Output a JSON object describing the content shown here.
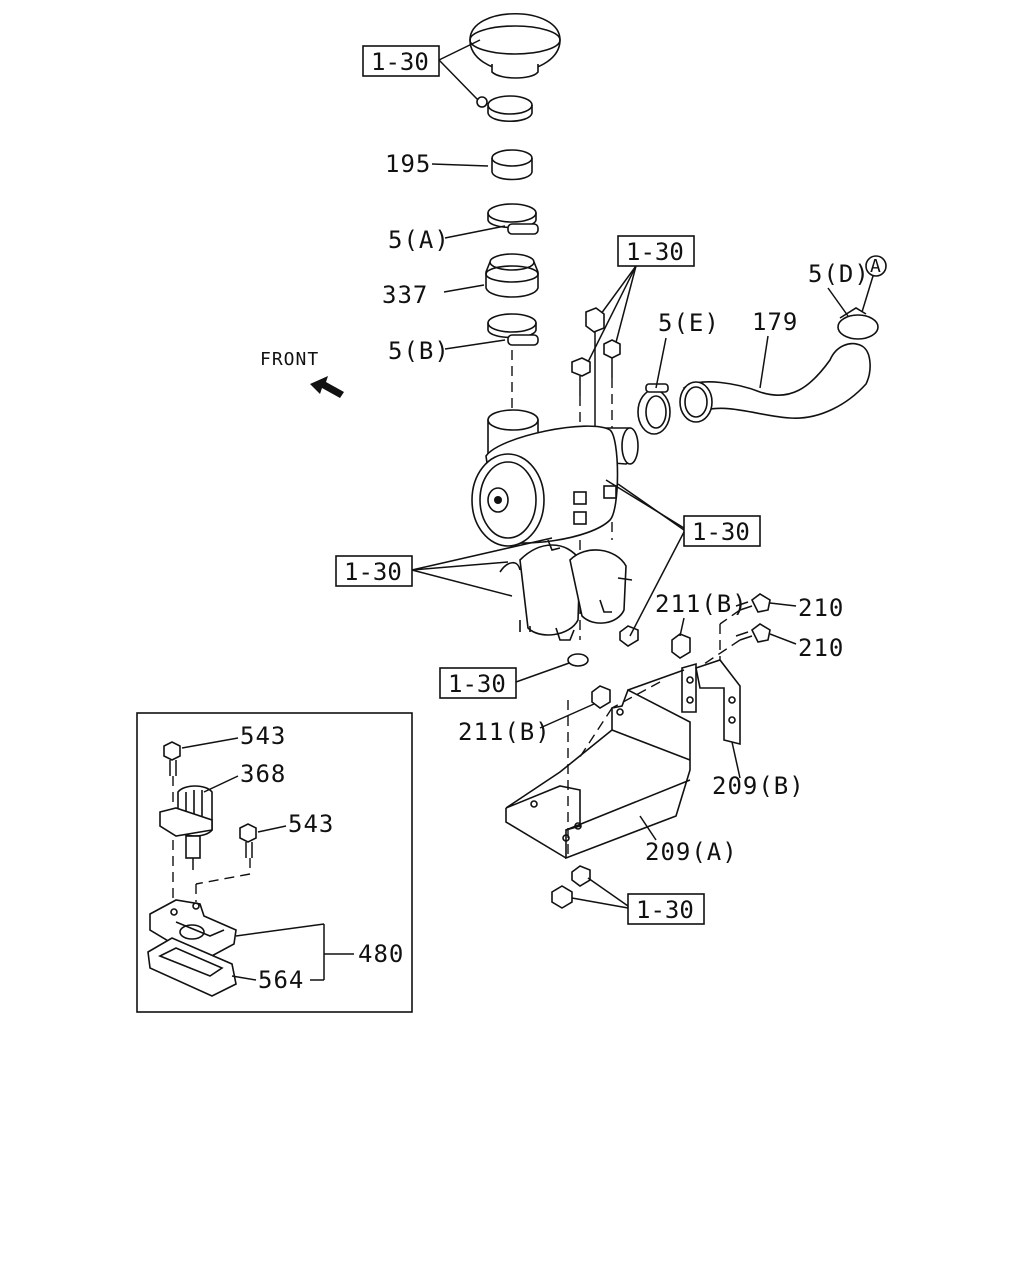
{
  "labels": {
    "ref_1_30": "1-30",
    "p195": "195",
    "p5a": "5(A)",
    "p337": "337",
    "p5b": "5(B)",
    "front": "FRONT",
    "p5d": "5(D)",
    "circle_a": "A",
    "p179": "179",
    "p5e": "5(E)",
    "p211b": "211(B)",
    "p210": "210",
    "p209b": "209(B)",
    "p209a": "209(A)",
    "p543": "543",
    "p368": "368",
    "p480": "480",
    "p564": "564"
  }
}
